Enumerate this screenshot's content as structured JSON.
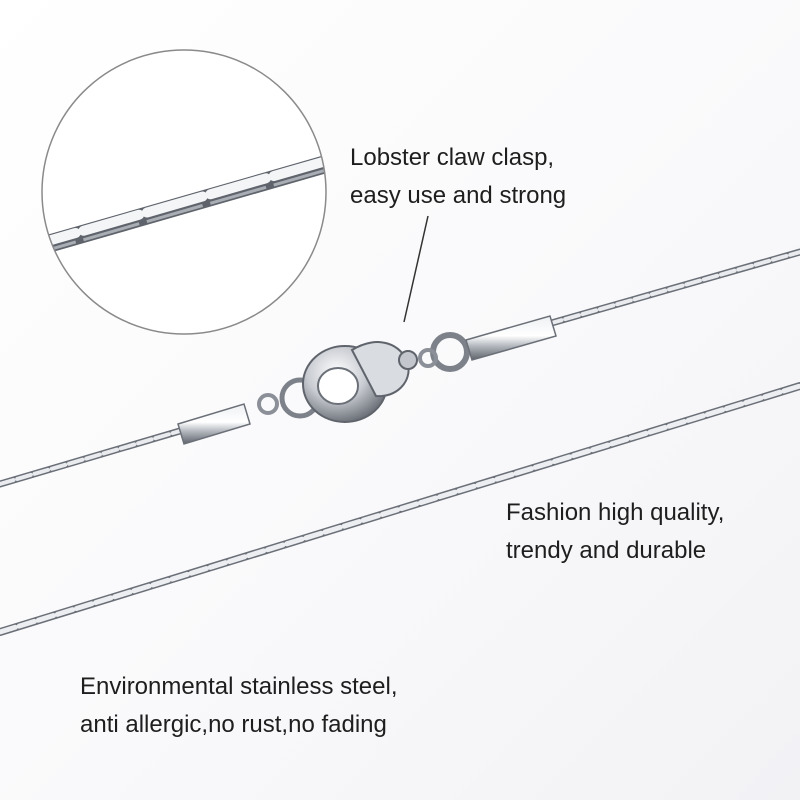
{
  "captions": {
    "clasp": {
      "line1": "Lobster claw clasp,",
      "line2": "easy use and strong"
    },
    "quality": {
      "line1": "Fashion high quality,",
      "line2": "trendy and durable"
    },
    "steel": {
      "line1": "Environmental stainless steel,",
      "line2": "anti allergic,no rust,no fading"
    }
  },
  "colors": {
    "background": "#ffffff",
    "metal_light": "#f4f5f7",
    "metal_mid": "#b9bdc4",
    "metal_dark": "#5f646c",
    "text": "#1e1e1e",
    "leader_line": "#333333"
  }
}
